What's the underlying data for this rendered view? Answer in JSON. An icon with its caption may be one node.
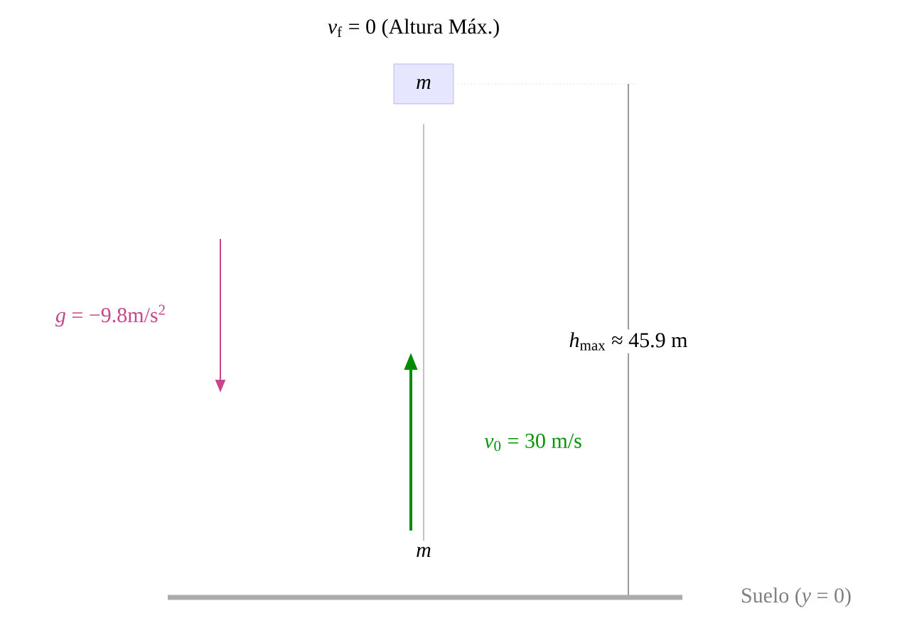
{
  "diagram": {
    "nodes": [
      {
        "text": [
          "m"
        ]
      },
      {
        "text": [
          "m"
        ],
        "beside": [
          "*v*$_{f}$ = 0 (Altura Máx.)"
        ]
      }
    ],
    "edges": [
      {
        "from": 0,
        "to": 1,
        "arrow": "none"
      }
    ],
    "labels": [
      "*g* = −9.8m/s$^{2}$",
      "*h*$_{max}$ ≈ 45.9 m",
      "*v*$_{0}$ = 30 m/s",
      "Suelo (*y* = 0)"
    ]
  }
}
